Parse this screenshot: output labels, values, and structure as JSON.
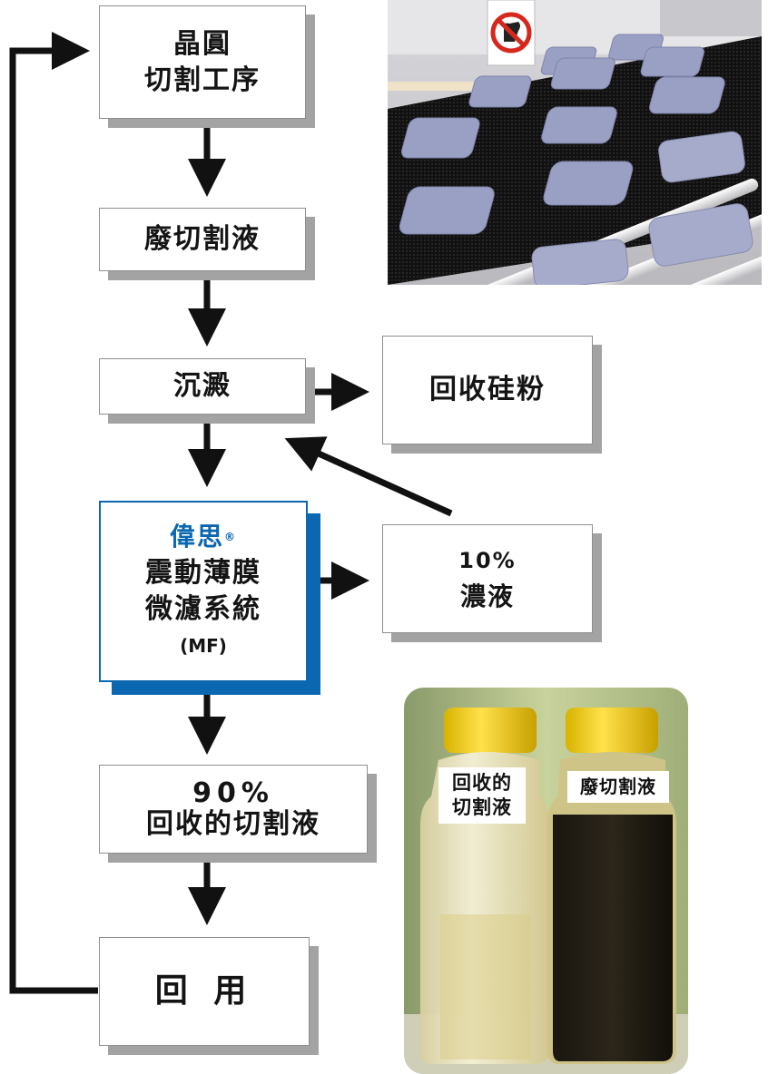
{
  "flow": {
    "wafer_cutting": [
      "晶圓",
      "切割工序"
    ],
    "waste_cutting_fluid": "廢切割液",
    "sedimentation": "沉澱",
    "recover_silicon": "回收硅粉",
    "mf_system": {
      "brand": "偉思",
      "brand_mark": "®",
      "lines": [
        "震動薄膜",
        "微濾系統"
      ],
      "abbr": "(MF)"
    },
    "concentrate": {
      "percent": "10%",
      "label": "濃液"
    },
    "recovered_fluid": {
      "percent": "90%",
      "label": "回收的切割液"
    },
    "reuse": "回 用"
  },
  "bottle_photo": {
    "left_label": [
      "回收的",
      "切割液"
    ],
    "right_label": "廢切割液"
  },
  "colors": {
    "accent_blue": "#0a67b0",
    "arrow": "#111111",
    "shadow_gray": "#a3a3a3"
  }
}
